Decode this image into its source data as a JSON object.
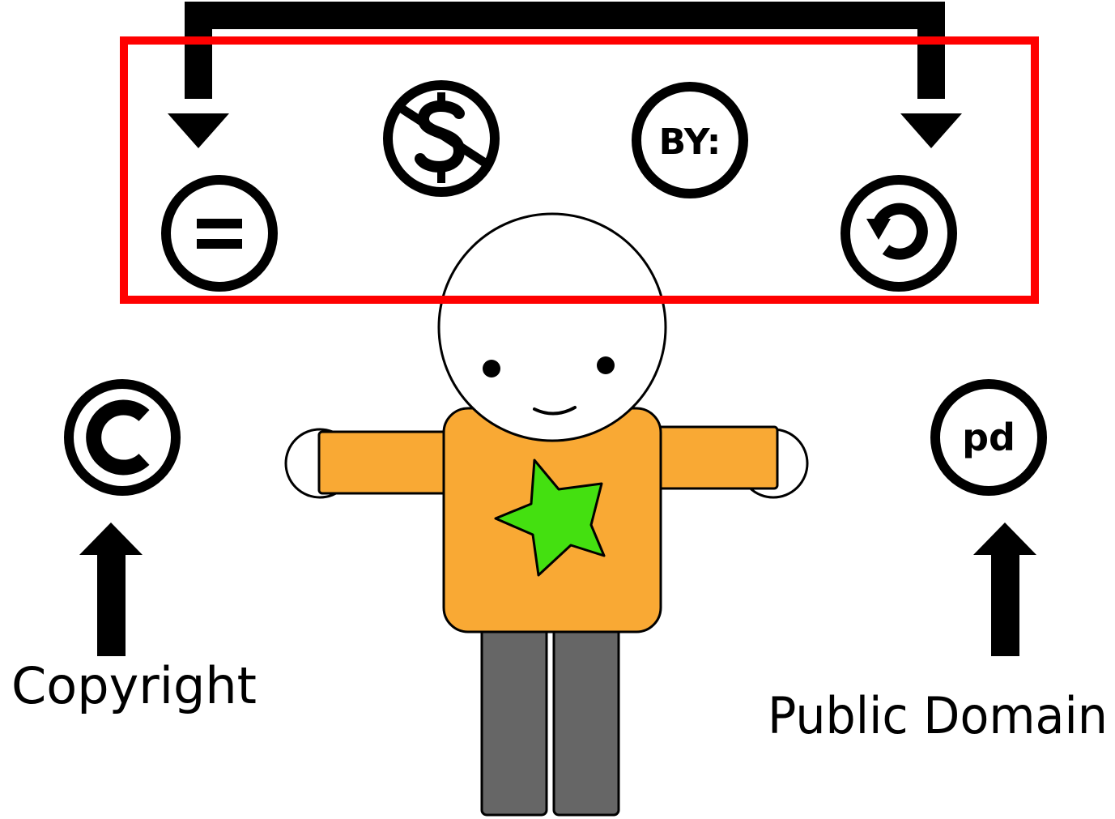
{
  "labels": {
    "copyright": "Copyright",
    "public_domain": "Public Domain"
  },
  "badges": {
    "attribution_text": "BY:",
    "public_domain_text": "pd"
  },
  "icons": [
    "no-derivatives-icon",
    "non-commercial-icon",
    "attribution-icon",
    "share-alike-icon",
    "copyright-icon",
    "public-domain-icon"
  ],
  "colors": {
    "highlight_box": "#ff0000",
    "shirt": "#f9a934",
    "star": "#44e010",
    "pants": "#666666",
    "line": "#000000"
  }
}
